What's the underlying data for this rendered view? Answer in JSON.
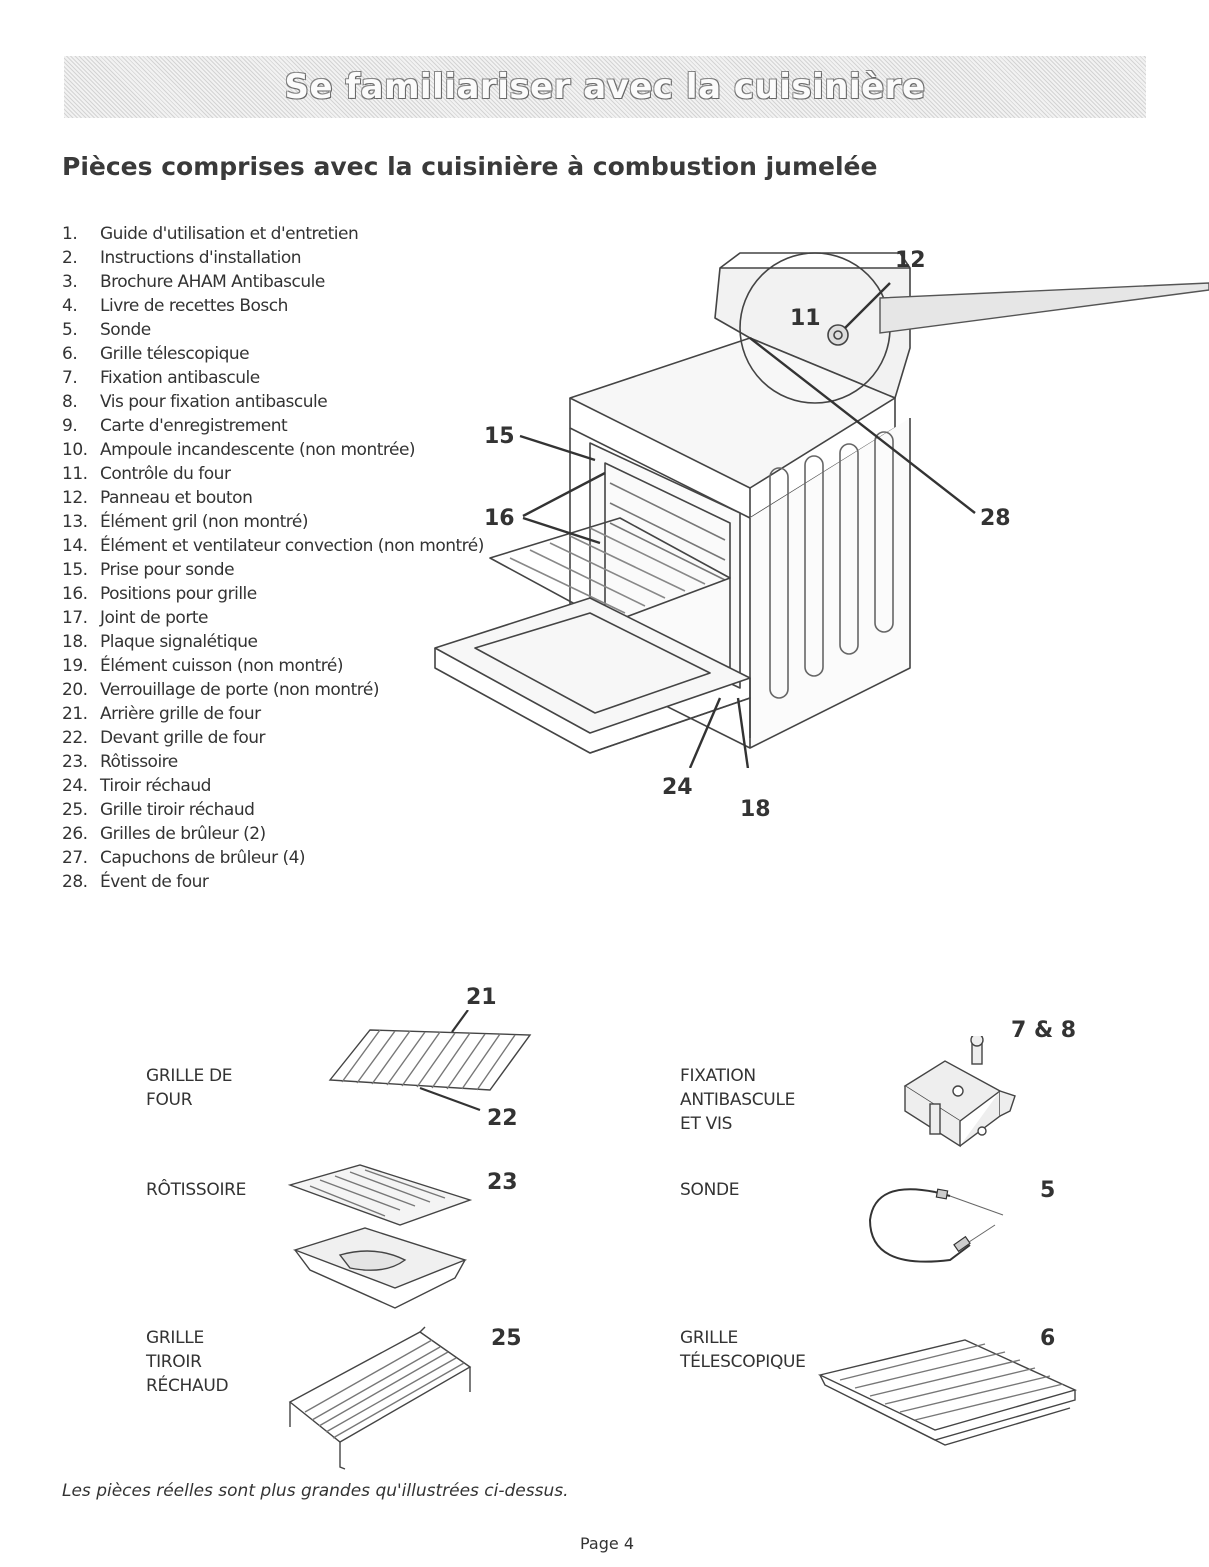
{
  "banner": {
    "title": "Se familiariser avec la cuisinière"
  },
  "section_title": "Pièces comprises avec la cuisinière à combustion jumelée",
  "parts": [
    {
      "num": "1.",
      "label": "Guide d'utilisation et d'entretien"
    },
    {
      "num": "2.",
      "label": "Instructions d'installation"
    },
    {
      "num": "3.",
      "label": "Brochure AHAM Antibascule"
    },
    {
      "num": "4.",
      "label": "Livre de recettes Bosch"
    },
    {
      "num": "5.",
      "label": "Sonde"
    },
    {
      "num": "6.",
      "label": "Grille télescopique"
    },
    {
      "num": "7.",
      "label": "Fixation antibascule"
    },
    {
      "num": "8.",
      "label": "Vis pour fixation antibascule"
    },
    {
      "num": "9.",
      "label": "Carte d'enregistrement"
    },
    {
      "num": "10.",
      "label": "Ampoule incandescente (non montrée)"
    },
    {
      "num": "11.",
      "label": "Contrôle du four"
    },
    {
      "num": "12.",
      "label": "Panneau et bouton"
    },
    {
      "num": "13.",
      "label": "Élément gril (non montré)"
    },
    {
      "num": "14.",
      "label": "Élément et ventilateur convection (non montré)"
    },
    {
      "num": "15.",
      "label": "Prise pour sonde"
    },
    {
      "num": "16.",
      "label": "Positions pour grille"
    },
    {
      "num": "17.",
      "label": "Joint de porte"
    },
    {
      "num": "18.",
      "label": "Plaque signalétique"
    },
    {
      "num": "19.",
      "label": "Élément cuisson (non montré)"
    },
    {
      "num": "20.",
      "label": "Verrouillage de porte (non montré)"
    },
    {
      "num": "21.",
      "label": "Arrière grille de four"
    },
    {
      "num": "22.",
      "label": "Devant grille de four"
    },
    {
      "num": "23.",
      "label": "Rôtissoire"
    },
    {
      "num": "24.",
      "label": "Tiroir réchaud"
    },
    {
      "num": "25.",
      "label": "Grille tiroir réchaud"
    },
    {
      "num": "26.",
      "label": "Grilles de brûleur (2)"
    },
    {
      "num": "27.",
      "label": "Capuchons de brûleur (4)"
    },
    {
      "num": "28.",
      "label": "Évent de four"
    }
  ],
  "range_callouts": {
    "c12": "12",
    "c11": "11",
    "c15": "15",
    "c16": "16",
    "c28": "28",
    "c24": "24",
    "c18": "18"
  },
  "accessories": {
    "oven_rack": {
      "line1": "GRILLE DE",
      "line2": "FOUR",
      "num_back": "21",
      "num_front": "22"
    },
    "anti_tip": {
      "line1": "FIXATION",
      "line2": "ANTIBASCULE",
      "line3": "ET VIS",
      "num": "7 & 8"
    },
    "broil_pan": {
      "line1": "RÔTISSOIRE",
      "num": "23"
    },
    "probe": {
      "line1": "SONDE",
      "num": "5"
    },
    "warming_rack": {
      "line1": "GRILLE",
      "line2": "TIROIR",
      "line3": "RÉCHAUD",
      "num": "25"
    },
    "telescopic_rack": {
      "line1": "GRILLE",
      "line2": "TÉLESCOPIQUE",
      "num": "6"
    }
  },
  "footnote": "Les pièces réelles sont plus grandes qu'illustrées ci-dessus.",
  "page_number": "Page 4"
}
